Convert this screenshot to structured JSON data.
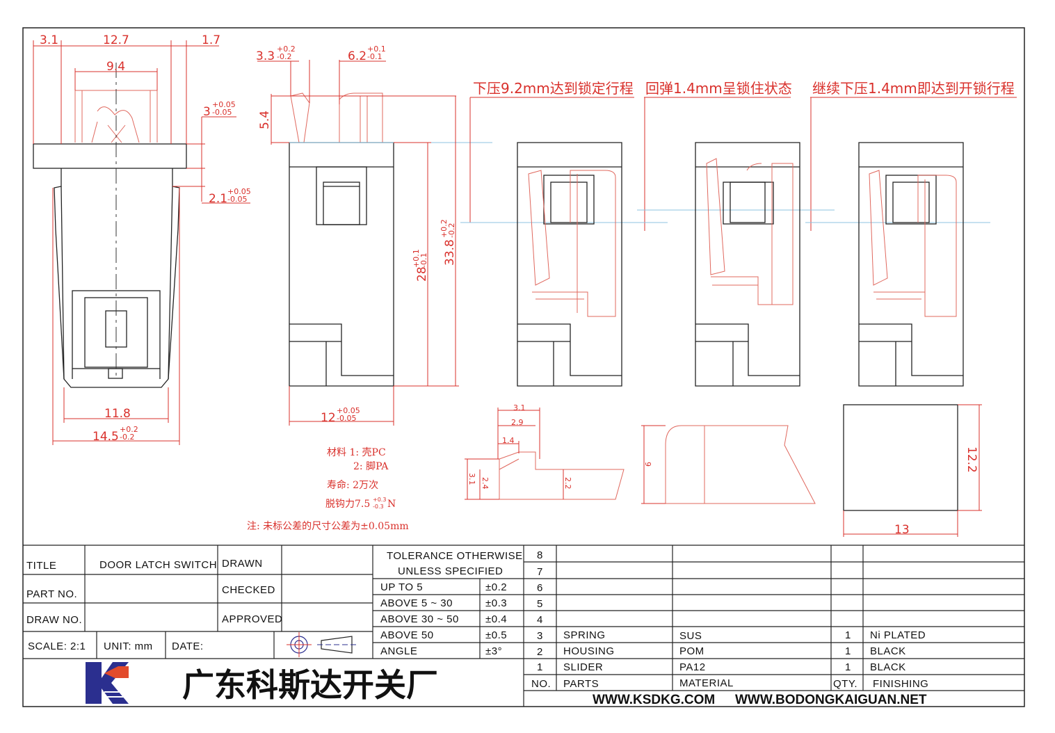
{
  "dimensions": {
    "front": {
      "top_left": "3.1",
      "top_width": "12.7",
      "top_right": "1.7",
      "inner_width": "9.4",
      "flange_thickness_base": "3",
      "flange_thickness_tol_upper": "+0.05",
      "flange_thickness_tol_lower": "-0.05",
      "step_base": "2.1",
      "step_tol_upper": "+0.05",
      "step_tol_lower": "-0.05",
      "bottom_width": "11.8",
      "overall_width_base": "14.5",
      "overall_width_tol_upper": "+0.2",
      "overall_width_tol_lower": "-0.2"
    },
    "side": {
      "hook_base": "3.3",
      "hook_tol_upper": "+0.2",
      "hook_tol_lower": "-0.2",
      "slot_base": "6.2",
      "slot_tol_upper": "+0.1",
      "slot_tol_lower": "-0.1",
      "protrusion": "5.4",
      "body_height_base": "28",
      "body_height_tol_upper": "+0.1",
      "body_height_tol_lower": "-0.1",
      "overall_height_base": "33.8",
      "overall_height_tol_upper": "+0.2",
      "overall_height_tol_lower": "-0.2",
      "width_base": "12",
      "width_tol_upper": "+0.05",
      "width_tol_lower": "-0.05"
    },
    "detail_profile": {
      "d1": "3.1",
      "d2": "2.9",
      "d3": "1.4",
      "h1": "3.1",
      "h2": "2.4",
      "h3": "2.2"
    },
    "detail_side": {
      "h": "9"
    },
    "detail_square": {
      "w": "13",
      "h": "12.2"
    }
  },
  "stages": {
    "stage1": "下压9.2mm达到锁定行程",
    "stage2": "回弹1.4mm呈锁住状态",
    "stage3": "继续下压1.4mm即达到开锁行程"
  },
  "specs": {
    "material_1": "材料 1: 壳PC",
    "material_2": "2: 脚PA",
    "life": "寿命: 2万次",
    "force_base": "脱钩力7.5",
    "force_tol_upper": "+0.3",
    "force_tol_lower": "-0.3",
    "force_unit": "N",
    "note": "注: 未标公差的尺寸公差为±0.05mm"
  },
  "title_block": {
    "title_label": "TITLE",
    "title_value": "DOOR LATCH SWITCH",
    "part_no_label": "PART NO.",
    "draw_no_label": "DRAW NO.",
    "drawn_label": "DRAWN",
    "checked_label": "CHECKED",
    "approved_label": "APPROVED",
    "scale": "SCALE: 2:1",
    "unit": "UNIT: mm",
    "date": "DATE:",
    "company": "广东科斯达开关厂",
    "website_1": "WWW.KSDKG.COM",
    "website_2": "WWW.BODONGKAIGUAN.NET",
    "colors": {
      "logo_blue": "#2b2f8f",
      "logo_red": "#e24b2c"
    }
  },
  "tolerance": {
    "header_1": "TOLERANCE  OTHERWISE",
    "header_2": "UNLESS  SPECIFIED",
    "rows": [
      {
        "range": "UP  TO  5",
        "tol": "±0.2"
      },
      {
        "range": "ABOVE  5 ~ 30",
        "tol": "±0.3"
      },
      {
        "range": "ABOVE  30 ~ 50",
        "tol": "±0.4"
      },
      {
        "range": "ABOVE  50",
        "tol": "±0.5"
      },
      {
        "range": "ANGLE",
        "tol": "±3°"
      }
    ]
  },
  "parts_table": {
    "header": {
      "no": "NO.",
      "parts": "PARTS",
      "material": "MATERIAL",
      "qty": "QTY.",
      "finishing": "FINISHING"
    },
    "rows": [
      {
        "no": "8",
        "parts": "",
        "material": "",
        "qty": "",
        "finishing": ""
      },
      {
        "no": "7",
        "parts": "",
        "material": "",
        "qty": "",
        "finishing": ""
      },
      {
        "no": "6",
        "parts": "",
        "material": "",
        "qty": "",
        "finishing": ""
      },
      {
        "no": "5",
        "parts": "",
        "material": "",
        "qty": "",
        "finishing": ""
      },
      {
        "no": "4",
        "parts": "",
        "material": "",
        "qty": "",
        "finishing": ""
      },
      {
        "no": "3",
        "parts": "SPRING",
        "material": "SUS",
        "qty": "1",
        "finishing": "Ni  PLATED"
      },
      {
        "no": "2",
        "parts": "HOUSING",
        "material": "POM",
        "qty": "1",
        "finishing": "BLACK"
      },
      {
        "no": "1",
        "parts": "SLIDER",
        "material": "PA12",
        "qty": "1",
        "finishing": "BLACK"
      }
    ]
  }
}
